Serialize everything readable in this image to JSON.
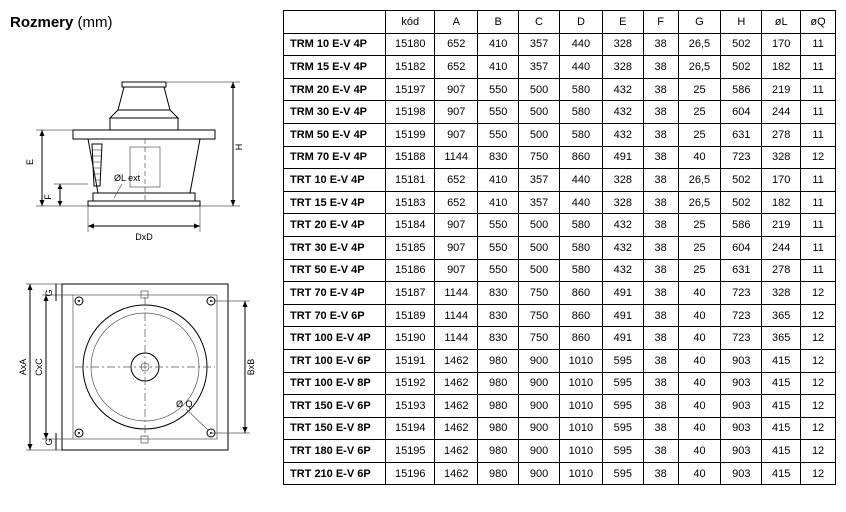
{
  "page": {
    "title_bold": "Rozmery",
    "title_normal": "(mm)"
  },
  "diagrams": {
    "side_view": {
      "labels": {
        "e": "E",
        "f": "F",
        "h": "H",
        "ol_ext": "ØL ext",
        "dxd": "DxD"
      }
    },
    "top_view": {
      "labels": {
        "axa": "AxA",
        "cxc": "CxC",
        "bxb": "BxB",
        "g_top": "G",
        "g_bottom": "G",
        "oq": "Ø Q"
      }
    }
  },
  "table": {
    "headers": [
      "",
      "kód",
      "A",
      "B",
      "C",
      "D",
      "E",
      "F",
      "G",
      "H",
      "øL",
      "øQ"
    ],
    "rows": [
      {
        "model": "TRM 10 E-V 4P",
        "values": [
          "15180",
          "652",
          "410",
          "357",
          "440",
          "328",
          "38",
          "26,5",
          "502",
          "170",
          "11"
        ]
      },
      {
        "model": "TRM 15 E-V 4P",
        "values": [
          "15182",
          "652",
          "410",
          "357",
          "440",
          "328",
          "38",
          "26,5",
          "502",
          "182",
          "11"
        ]
      },
      {
        "model": "TRM 20 E-V 4P",
        "values": [
          "15197",
          "907",
          "550",
          "500",
          "580",
          "432",
          "38",
          "25",
          "586",
          "219",
          "11"
        ]
      },
      {
        "model": "TRM 30 E-V 4P",
        "values": [
          "15198",
          "907",
          "550",
          "500",
          "580",
          "432",
          "38",
          "25",
          "604",
          "244",
          "11"
        ]
      },
      {
        "model": "TRM 50 E-V 4P",
        "values": [
          "15199",
          "907",
          "550",
          "500",
          "580",
          "432",
          "38",
          "25",
          "631",
          "278",
          "11"
        ]
      },
      {
        "model": "TRM 70 E-V 4P",
        "values": [
          "15188",
          "1144",
          "830",
          "750",
          "860",
          "491",
          "38",
          "40",
          "723",
          "328",
          "12"
        ]
      },
      {
        "model": "TRT 10 E-V 4P",
        "values": [
          "15181",
          "652",
          "410",
          "357",
          "440",
          "328",
          "38",
          "26,5",
          "502",
          "170",
          "11"
        ]
      },
      {
        "model": "TRT 15 E-V 4P",
        "values": [
          "15183",
          "652",
          "410",
          "357",
          "440",
          "328",
          "38",
          "26,5",
          "502",
          "182",
          "11"
        ]
      },
      {
        "model": "TRT 20 E-V 4P",
        "values": [
          "15184",
          "907",
          "550",
          "500",
          "580",
          "432",
          "38",
          "25",
          "586",
          "219",
          "11"
        ]
      },
      {
        "model": "TRT 30 E-V 4P",
        "values": [
          "15185",
          "907",
          "550",
          "500",
          "580",
          "432",
          "38",
          "25",
          "604",
          "244",
          "11"
        ]
      },
      {
        "model": "TRT 50 E-V 4P",
        "values": [
          "15186",
          "907",
          "550",
          "500",
          "580",
          "432",
          "38",
          "25",
          "631",
          "278",
          "11"
        ]
      },
      {
        "model": "TRT 70 E-V 4P",
        "values": [
          "15187",
          "1144",
          "830",
          "750",
          "860",
          "491",
          "38",
          "40",
          "723",
          "328",
          "12"
        ]
      },
      {
        "model": "TRT 70 E-V 6P",
        "values": [
          "15189",
          "1144",
          "830",
          "750",
          "860",
          "491",
          "38",
          "40",
          "723",
          "365",
          "12"
        ]
      },
      {
        "model": "TRT 100 E-V 4P",
        "values": [
          "15190",
          "1144",
          "830",
          "750",
          "860",
          "491",
          "38",
          "40",
          "723",
          "365",
          "12"
        ]
      },
      {
        "model": "TRT 100 E-V 6P",
        "values": [
          "15191",
          "1462",
          "980",
          "900",
          "1010",
          "595",
          "38",
          "40",
          "903",
          "415",
          "12"
        ]
      },
      {
        "model": "TRT 100 E-V 8P",
        "values": [
          "15192",
          "1462",
          "980",
          "900",
          "1010",
          "595",
          "38",
          "40",
          "903",
          "415",
          "12"
        ]
      },
      {
        "model": "TRT 150 E-V 6P",
        "values": [
          "15193",
          "1462",
          "980",
          "900",
          "1010",
          "595",
          "38",
          "40",
          "903",
          "415",
          "12"
        ]
      },
      {
        "model": "TRT 150 E-V 8P",
        "values": [
          "15194",
          "1462",
          "980",
          "900",
          "1010",
          "595",
          "38",
          "40",
          "903",
          "415",
          "12"
        ]
      },
      {
        "model": "TRT 180 E-V 6P",
        "values": [
          "15195",
          "1462",
          "980",
          "900",
          "1010",
          "595",
          "38",
          "40",
          "903",
          "415",
          "12"
        ]
      },
      {
        "model": "TRT 210 E-V 6P",
        "values": [
          "15196",
          "1462",
          "980",
          "900",
          "1010",
          "595",
          "38",
          "40",
          "903",
          "415",
          "12"
        ]
      }
    ]
  }
}
